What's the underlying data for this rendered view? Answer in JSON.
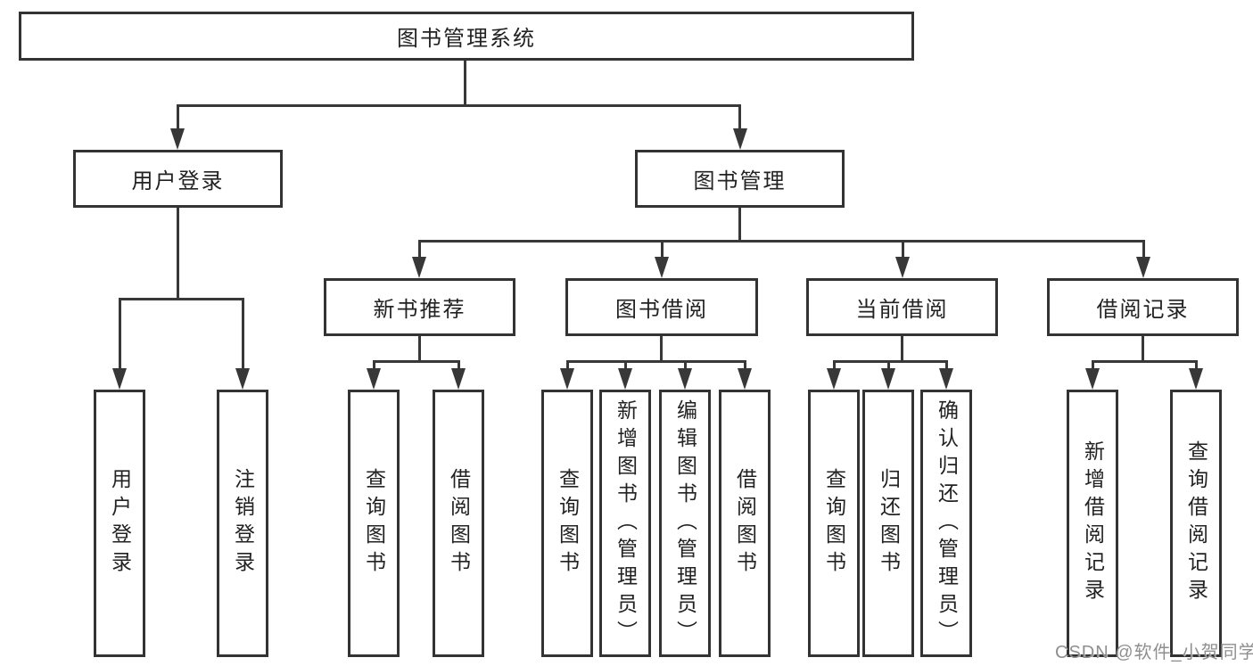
{
  "diagram": {
    "root": "图书管理系统",
    "level2": [
      "用户登录",
      "图书管理"
    ],
    "level3": [
      "新书推荐",
      "图书借阅",
      "当前借阅",
      "借阅记录"
    ],
    "leaves_user_login": [
      "用户登录",
      "注销登录"
    ],
    "leaves_new_books": [
      "查询图书",
      "借阅图书"
    ],
    "leaves_book_borrow": [
      "查询图书",
      "新增图书（管理员）",
      "编辑图书（管理员）",
      "借阅图书"
    ],
    "leaves_current_borrow": [
      "查询图书",
      "归还图书",
      "确认归还（管理员）"
    ],
    "leaves_borrow_records": [
      "新增借阅记录",
      "查询借阅记录"
    ]
  },
  "watermark": {
    "text": "CSDN @软件_小贺同学"
  },
  "colors": {
    "line": "#383838",
    "box_border": "#333333",
    "text": "#222222",
    "watermark": "#8f8f8f",
    "background": "#ffffff"
  }
}
